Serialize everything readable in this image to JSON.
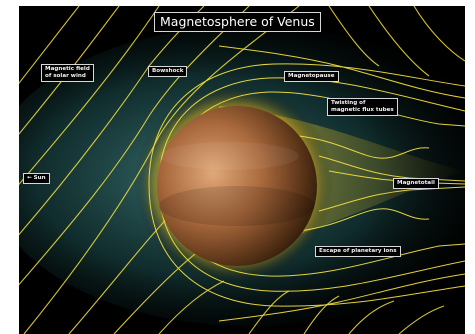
{
  "diagram": {
    "title": "Magnetosphere of Venus",
    "labels": {
      "solar_wind_field_line1": "Magnetic field",
      "solar_wind_field_line2": "of solar wind",
      "bowshock": "Bowshock",
      "magnetopause": "Magnetopause",
      "twisting_line1": "Twisting of",
      "twisting_line2": "magnetic flux tubes",
      "sun": "← Sun",
      "magnetotail": "Magnetotail",
      "escape": "Escape of planetary ions"
    },
    "colors": {
      "background": "#000000",
      "field_lines": "#e8d83a",
      "planet": "#b07a4a",
      "glow": "#4aa0a0"
    }
  }
}
